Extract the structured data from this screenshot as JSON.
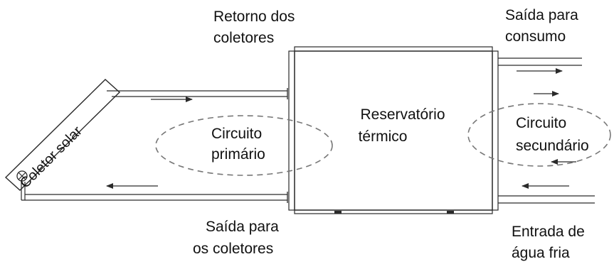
{
  "diagram": {
    "labels": {
      "collector": "Coletor solar",
      "return_line1": "Retorno dos",
      "return_line2": "coletores",
      "consumption_line1": "Saída para",
      "consumption_line2": "consumo",
      "reservoir_line1": "Reservatório",
      "reservoir_line2": "térmico",
      "primary_line1": "Circuito",
      "primary_line2": "primário",
      "secondary_line1": "Circuito",
      "secondary_line2": "secundário",
      "to_collectors_line1": "Saída para",
      "to_collectors_line2": "os coletores",
      "cold_line1": "Entrada de",
      "cold_line2": "água fria"
    },
    "colors": {
      "line": "#2a2a2a",
      "dashed_loop": "#777777"
    }
  }
}
